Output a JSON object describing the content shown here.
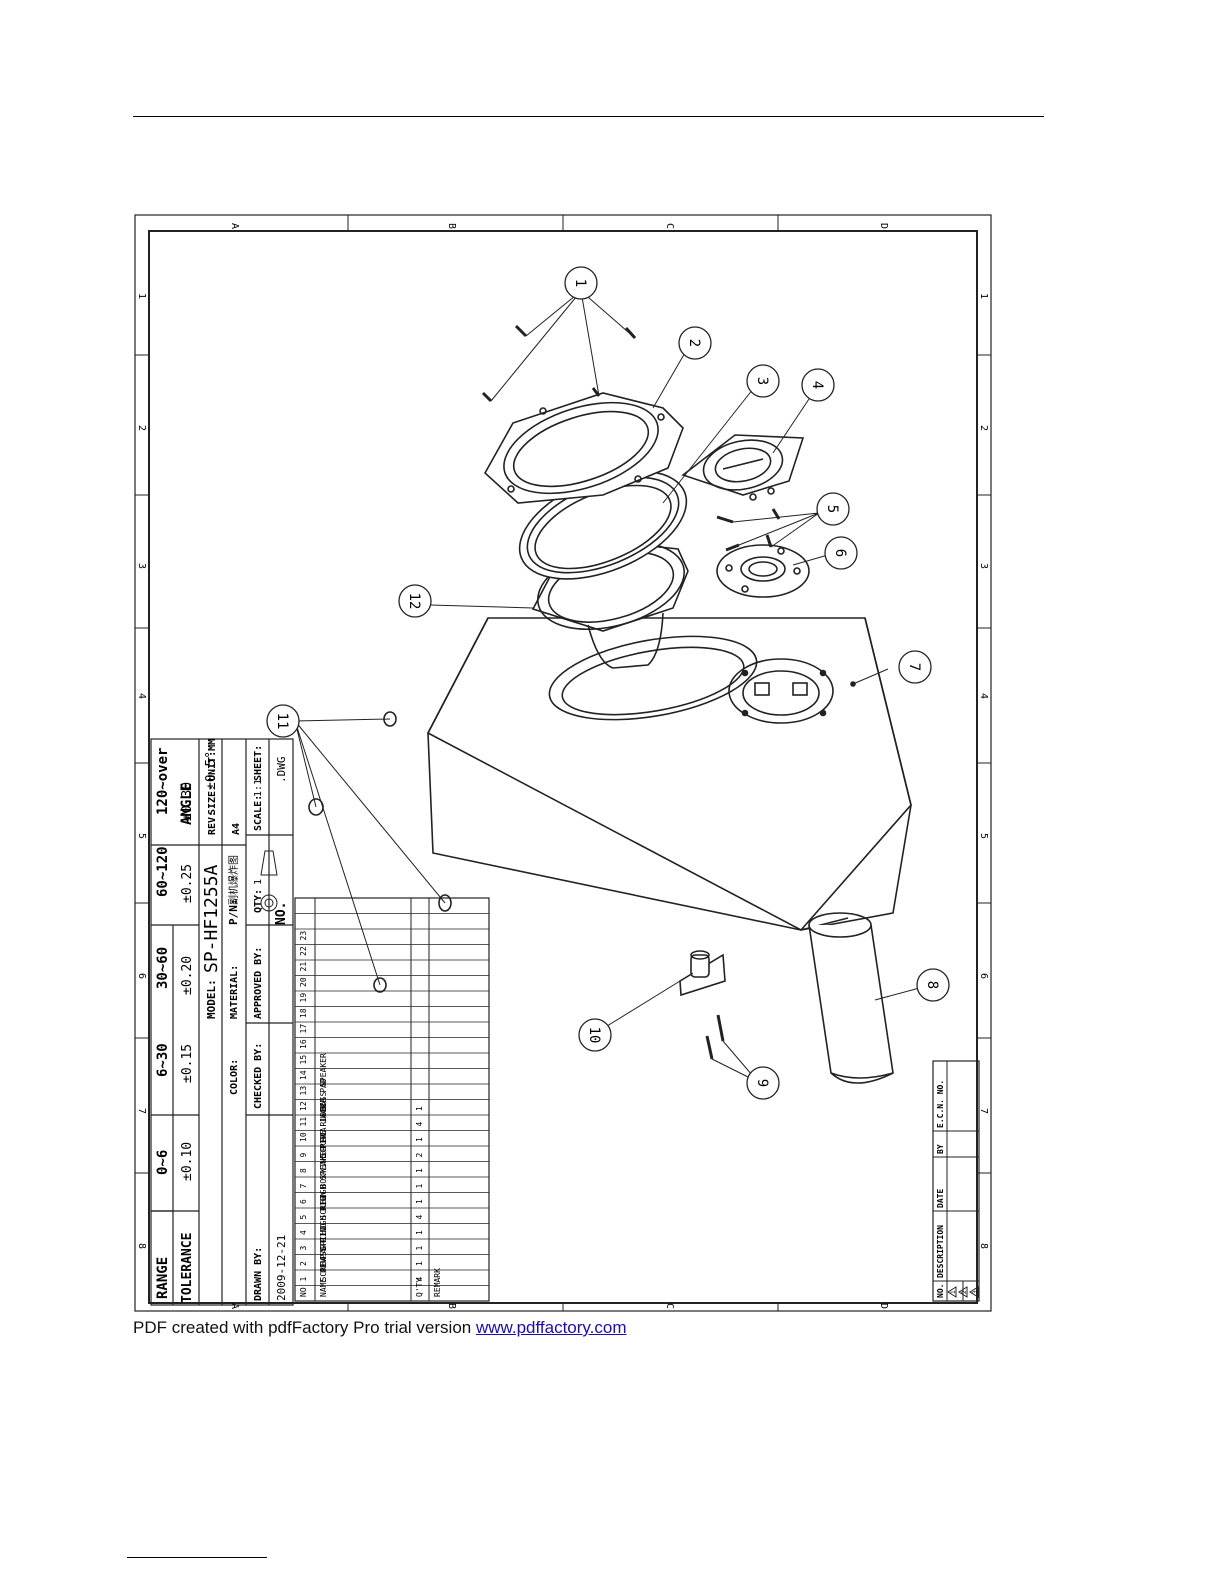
{
  "footer": {
    "text": "PDF created with pdfFactory Pro trial version ",
    "link": "www.pdffactory.com"
  },
  "border": {
    "cols": [
      "A",
      "B",
      "C",
      "D"
    ],
    "rows": [
      "1",
      "2",
      "3",
      "4",
      "5",
      "6",
      "7",
      "8"
    ]
  },
  "callouts": [
    "1",
    "2",
    "3",
    "4",
    "5",
    "6",
    "7",
    "8",
    "9",
    "10",
    "11",
    "12"
  ],
  "tolerance": {
    "range_label": "RANGE",
    "tolerance_label": "TOLERANCE",
    "angle_label": "ANGLE",
    "angle_value": "±0.5°",
    "ranges": [
      "0~6",
      "6~30",
      "30~60",
      "60~120",
      "120~over"
    ],
    "values": [
      "±0.10",
      "±0.15",
      "±0.20",
      "±0.25",
      "±0.30"
    ]
  },
  "title_block": {
    "model_label": "MODEL:",
    "model_value": "SP-HF1255A",
    "material_label": "MATERIAL:",
    "color_label": "COLOR:",
    "pn_label": "P/N:",
    "pn_value": "副机爆炸图",
    "rev_label": "REV:",
    "size_label": "SIZE:",
    "size_value": "A4",
    "unit_label": "UNIT:MM",
    "qty_label": "QTY:",
    "qty_value": "1",
    "scale_label": "SCALE:",
    "scale_value": "1:1",
    "sheet_label": "SHEET:",
    "drawn_by_label": "DRAWN BY:",
    "drawn_date": "2009-12-21",
    "checked_by_label": "CHECKED BY:",
    "approved_by_label": "APPROVED BY:",
    "no_label": "NO.",
    "dwg_label": ".DWG"
  },
  "parts_list": {
    "headers": [
      "NO",
      "NAME OF PART",
      "Q'TY",
      "REMARK"
    ],
    "rows": [
      {
        "no": "1",
        "name": "SCREW",
        "qty": "4"
      },
      {
        "no": "2",
        "name": "BASS RING",
        "qty": "1"
      },
      {
        "no": "3",
        "name": "GRILL",
        "qty": "1"
      },
      {
        "no": "4",
        "name": "HIGH RIGN",
        "qty": "1"
      },
      {
        "no": "5",
        "name": "SCREW",
        "qty": "4"
      },
      {
        "no": "6",
        "name": "HIGH SPEAKER",
        "qty": "1"
      },
      {
        "no": "7",
        "name": "BOX",
        "qty": "1"
      },
      {
        "no": "8",
        "name": "WIND PIPE",
        "qty": "1"
      },
      {
        "no": "9",
        "name": "SCREW",
        "qty": "2"
      },
      {
        "no": "10",
        "name": "RCA JACK",
        "qty": "1"
      },
      {
        "no": "11",
        "name": "RUBBER PAD",
        "qty": "4"
      },
      {
        "no": "12",
        "name": "BASS SPEAKER",
        "qty": "1"
      },
      {
        "no": "13",
        "name": "",
        "qty": ""
      },
      {
        "no": "14",
        "name": "",
        "qty": ""
      },
      {
        "no": "15",
        "name": "",
        "qty": ""
      },
      {
        "no": "16",
        "name": "",
        "qty": ""
      },
      {
        "no": "17",
        "name": "",
        "qty": ""
      },
      {
        "no": "18",
        "name": "",
        "qty": ""
      },
      {
        "no": "19",
        "name": "",
        "qty": ""
      },
      {
        "no": "20",
        "name": "",
        "qty": ""
      },
      {
        "no": "21",
        "name": "",
        "qty": ""
      },
      {
        "no": "22",
        "name": "",
        "qty": ""
      },
      {
        "no": "23",
        "name": "",
        "qty": ""
      }
    ]
  },
  "revision": {
    "headers": [
      "NO.",
      "DESCRIPTION",
      "DATE",
      "BY",
      "E.C.N. NO."
    ],
    "marks": [
      "1",
      "2",
      "3"
    ]
  }
}
